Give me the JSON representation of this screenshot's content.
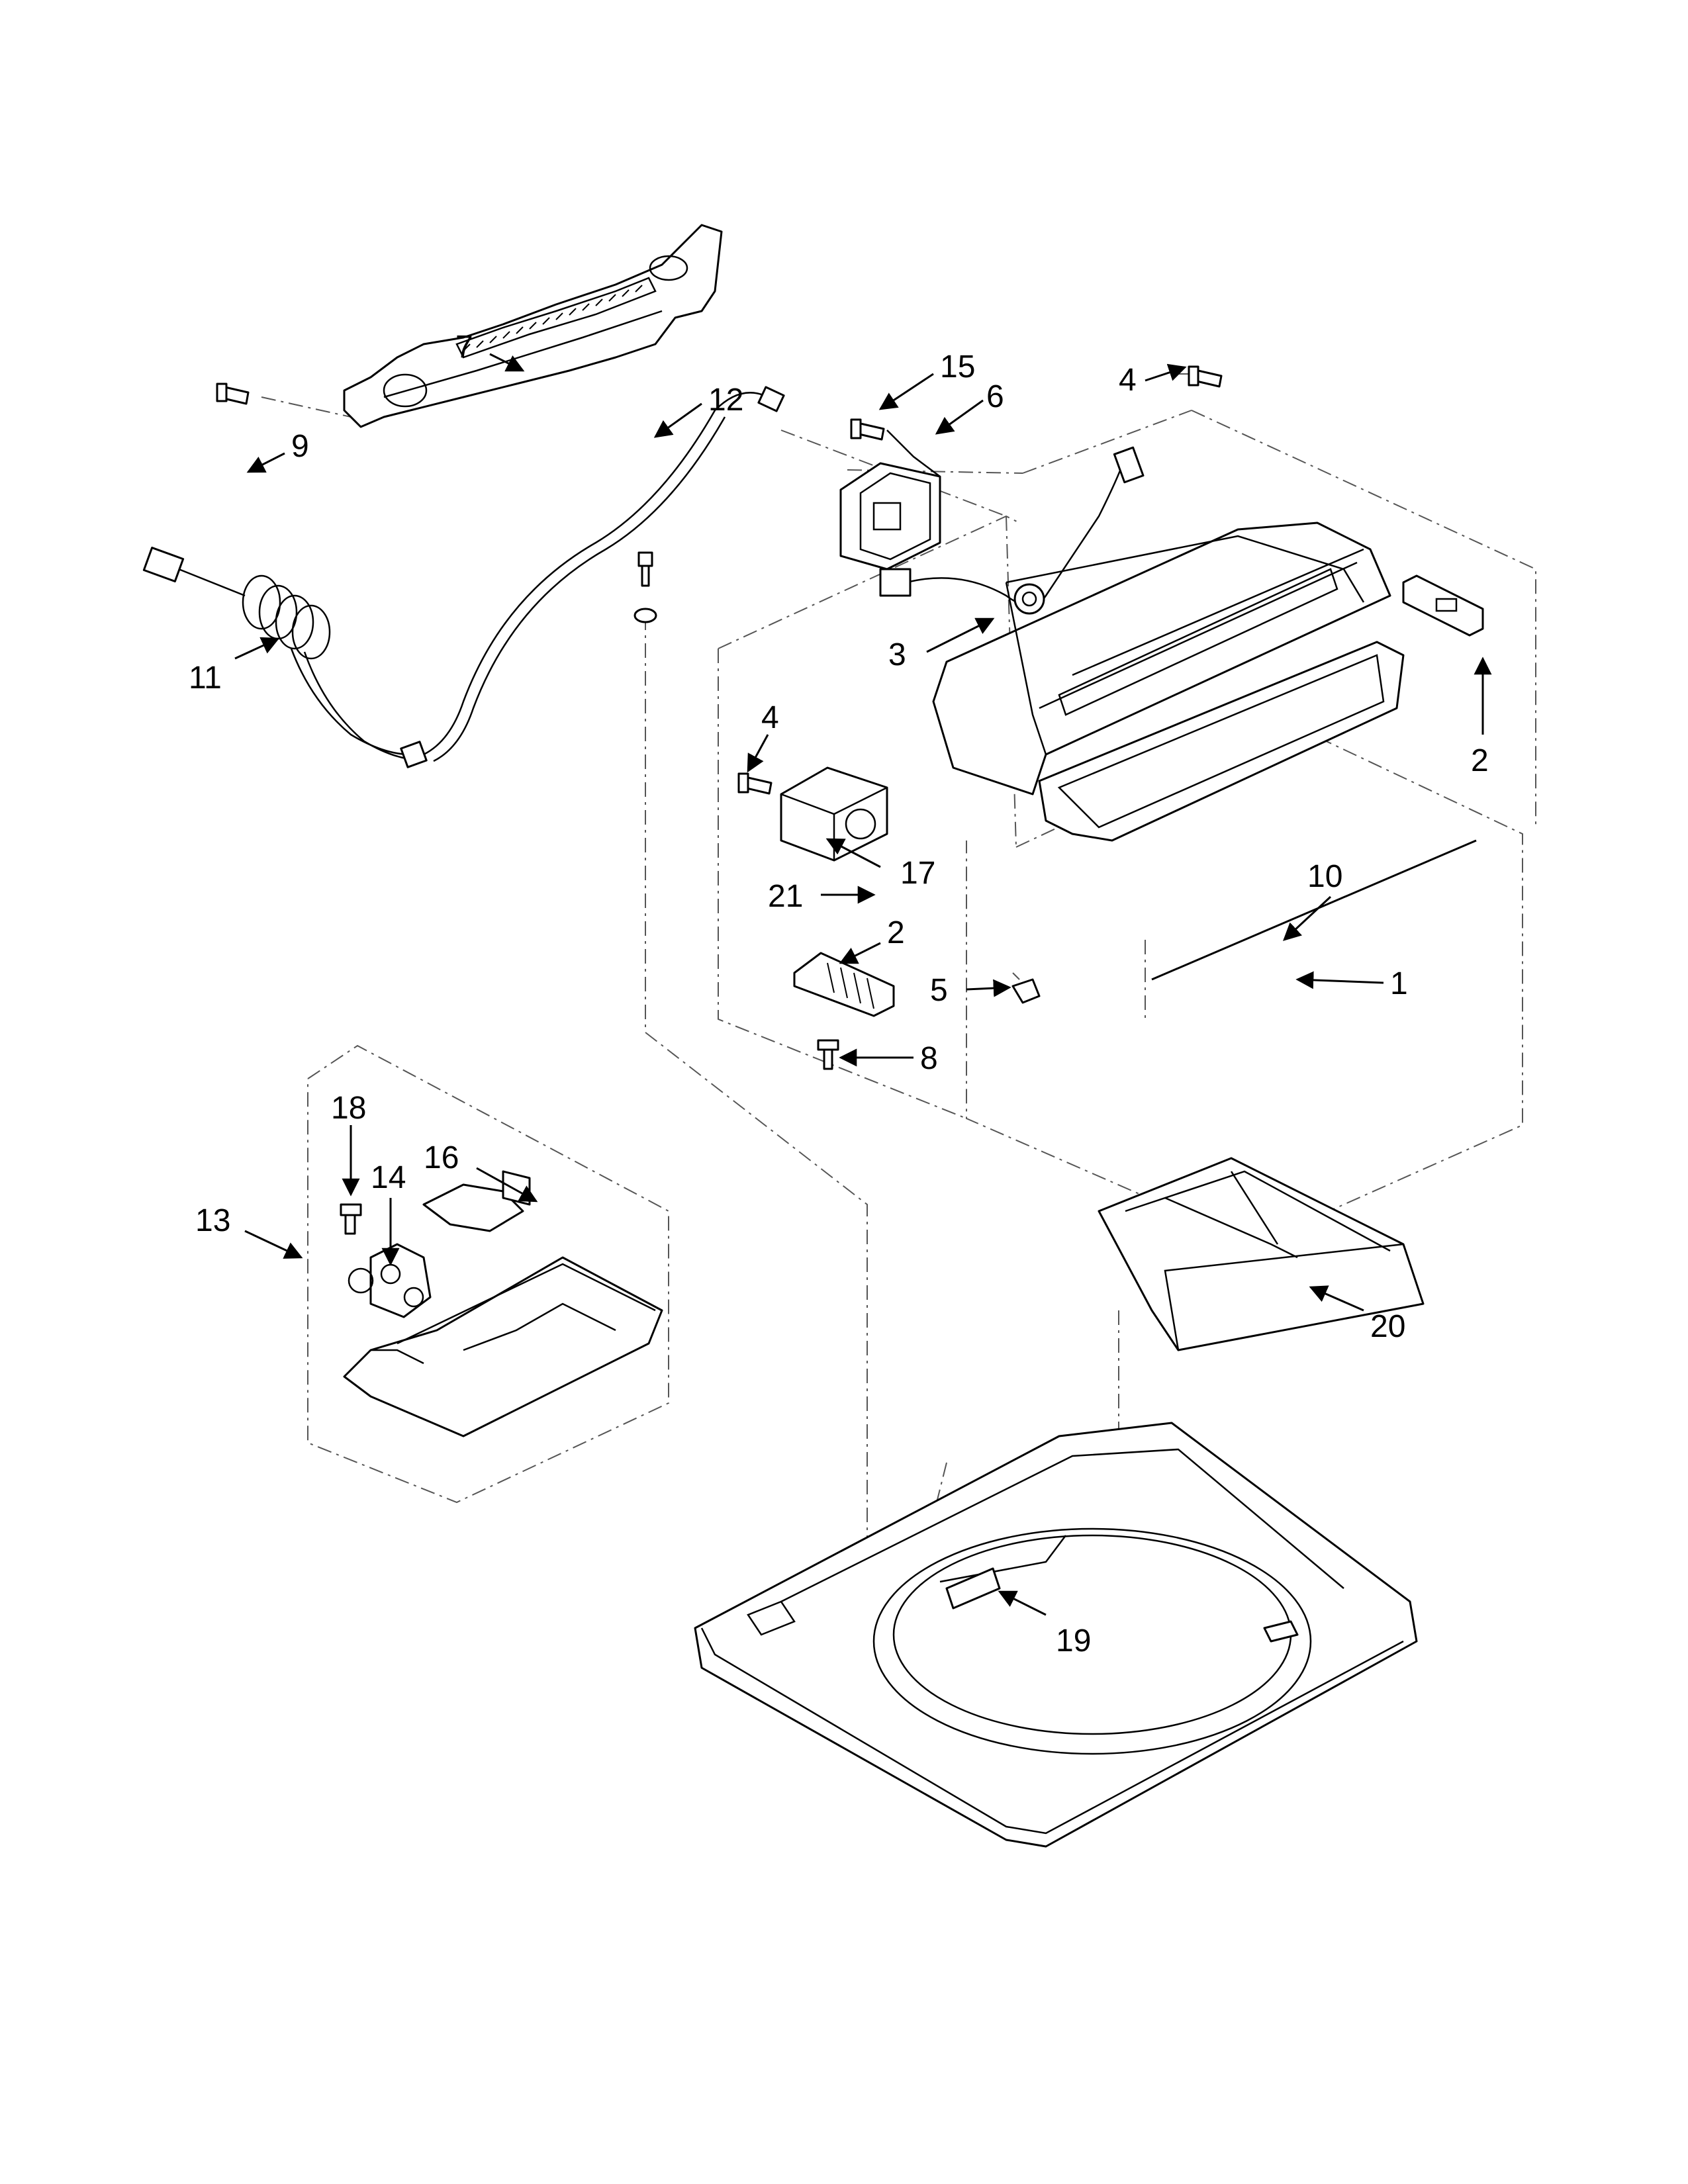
{
  "callouts": [
    {
      "id": "p1",
      "label": "1"
    },
    {
      "id": "p2a",
      "label": "2"
    },
    {
      "id": "p2b",
      "label": "2"
    },
    {
      "id": "p3",
      "label": "3"
    },
    {
      "id": "p4a",
      "label": "4"
    },
    {
      "id": "p4b",
      "label": "4"
    },
    {
      "id": "p5",
      "label": "5"
    },
    {
      "id": "p6",
      "label": "6"
    },
    {
      "id": "p7",
      "label": "7"
    },
    {
      "id": "p8",
      "label": "8"
    },
    {
      "id": "p9",
      "label": "9"
    },
    {
      "id": "p10",
      "label": "10"
    },
    {
      "id": "p11",
      "label": "11"
    },
    {
      "id": "p12",
      "label": "12"
    },
    {
      "id": "p13",
      "label": "13"
    },
    {
      "id": "p14",
      "label": "14"
    },
    {
      "id": "p15",
      "label": "15"
    },
    {
      "id": "p16",
      "label": "16"
    },
    {
      "id": "p17",
      "label": "17"
    },
    {
      "id": "p18",
      "label": "18"
    },
    {
      "id": "p19",
      "label": "19"
    },
    {
      "id": "p20",
      "label": "20"
    },
    {
      "id": "p21",
      "label": "21"
    }
  ]
}
